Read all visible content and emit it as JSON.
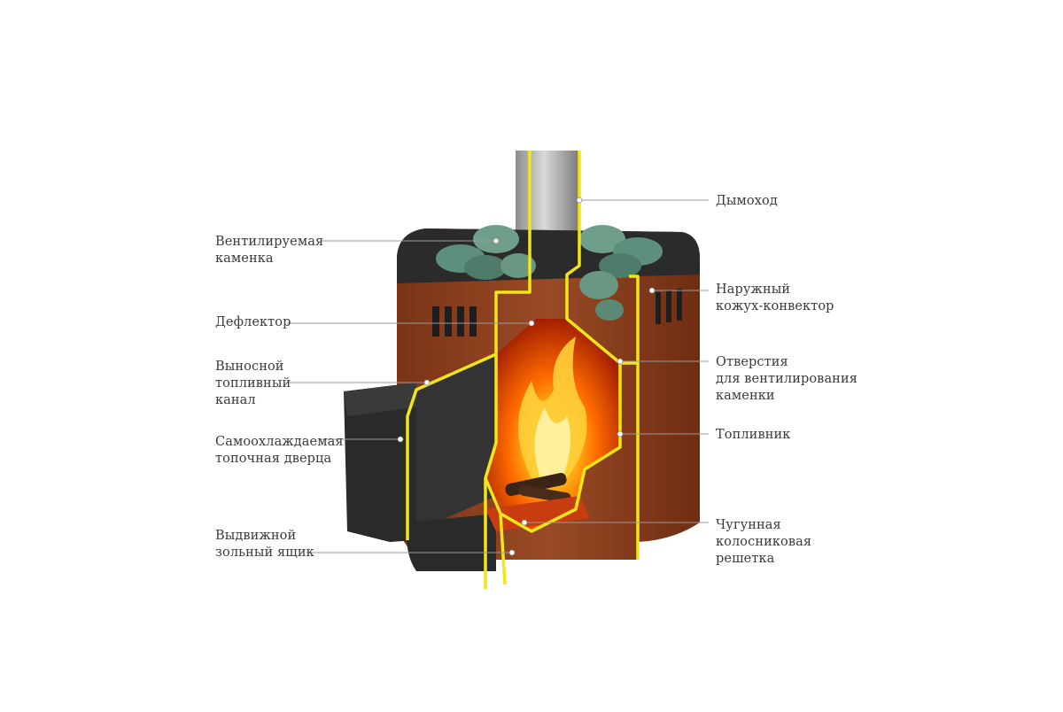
{
  "labels": {
    "chimney": "Дымоход",
    "heater": "Вентилируемая\nкаменка",
    "casing": "Наружный\nкожух-конвектор",
    "deflector": "Дефлектор",
    "vents": "Отверстия\nдля вентилирования\nкаменки",
    "fuel_channel": "Выносной\nтопливный\nканал",
    "firebox": "Топливник",
    "door": "Самоохлаждаемая\nтопочная дверца",
    "grate": "Чугунная\nколосниковая\nрешетка",
    "ashbox": "Выдвижной\nзольный ящик"
  },
  "colors": {
    "outline": "#f2e51a",
    "casing": "#8c3f1f",
    "metal": "#2e2e2e",
    "stones": "#5e8f7c",
    "fire": "#ff7a00",
    "leader": "#9a9a9a"
  }
}
